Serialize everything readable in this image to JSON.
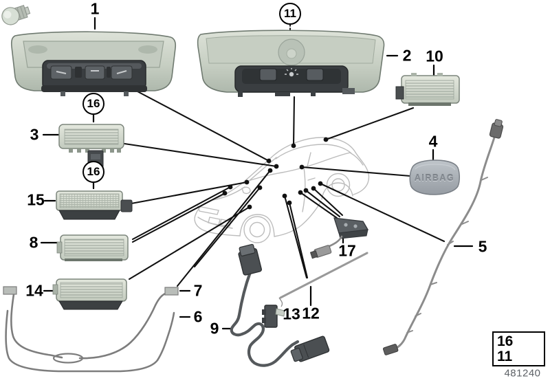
{
  "drawing": {
    "number": "481240",
    "airbag_label": "AIRBAG"
  },
  "callouts": {
    "p1": "1",
    "p2": "2",
    "p3": "3",
    "p4": "4",
    "p5": "5",
    "p6": "6",
    "p7": "7",
    "p8": "8",
    "p9": "9",
    "p10": "10",
    "p12": "12",
    "p13": "13",
    "p14": "14",
    "p15": "15",
    "p17": "17"
  },
  "circled": {
    "c16a": "16",
    "c16b": "16",
    "c11": "11"
  },
  "legend": {
    "row1": "16",
    "row2": "11",
    "icon": "wedge-bulb-icon"
  },
  "colors": {
    "console_body": "#ccd4c8",
    "panel_dark": "#3a3e41",
    "wire_gray": "#7d7d7d",
    "leader_line": "#111111",
    "car_outline": "#bcbcbc"
  }
}
